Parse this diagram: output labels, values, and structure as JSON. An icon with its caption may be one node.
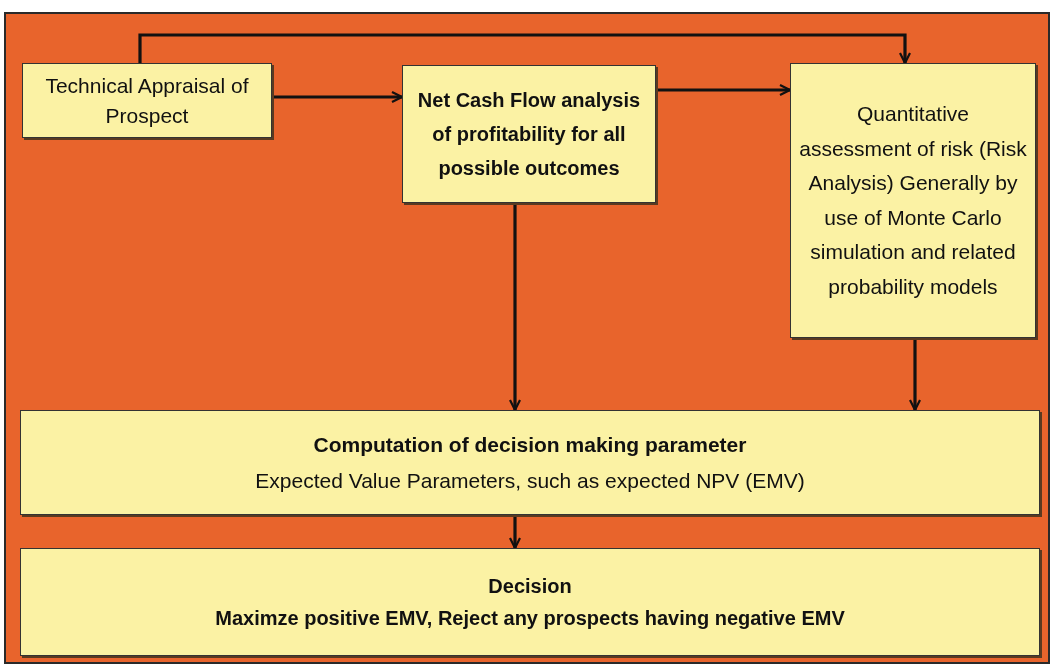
{
  "diagram": {
    "nodes": [
      {
        "text": [
          "Technical Appraisal of Prospect"
        ]
      },
      {
        "text": [
          "Net Cash Flow analysis of profitability for all possible outcomes"
        ]
      },
      {
        "text": [
          "Quantitative assessment of risk (Risk Analysis) Generally by use of Monte Carlo simulation and related probability models"
        ]
      },
      {
        "text": [
          "Computation of decision making parameter",
          "Expected Value Parameters, such as expected NPV (EMV)"
        ]
      },
      {
        "text": [
          "Decision",
          "Maximze positive EMV, Reject any prospects having negative EMV"
        ]
      }
    ],
    "edges": [
      {
        "from": 0,
        "to": 1,
        "arrow": "to"
      },
      {
        "from": 1,
        "to": 2,
        "arrow": "to"
      },
      {
        "from": 0,
        "to": 2,
        "arrow": "to"
      },
      {
        "from": 1,
        "to": 3,
        "arrow": "to"
      },
      {
        "from": 2,
        "to": 3,
        "arrow": "to"
      },
      {
        "from": 3,
        "to": 4,
        "arrow": "to"
      }
    ]
  }
}
